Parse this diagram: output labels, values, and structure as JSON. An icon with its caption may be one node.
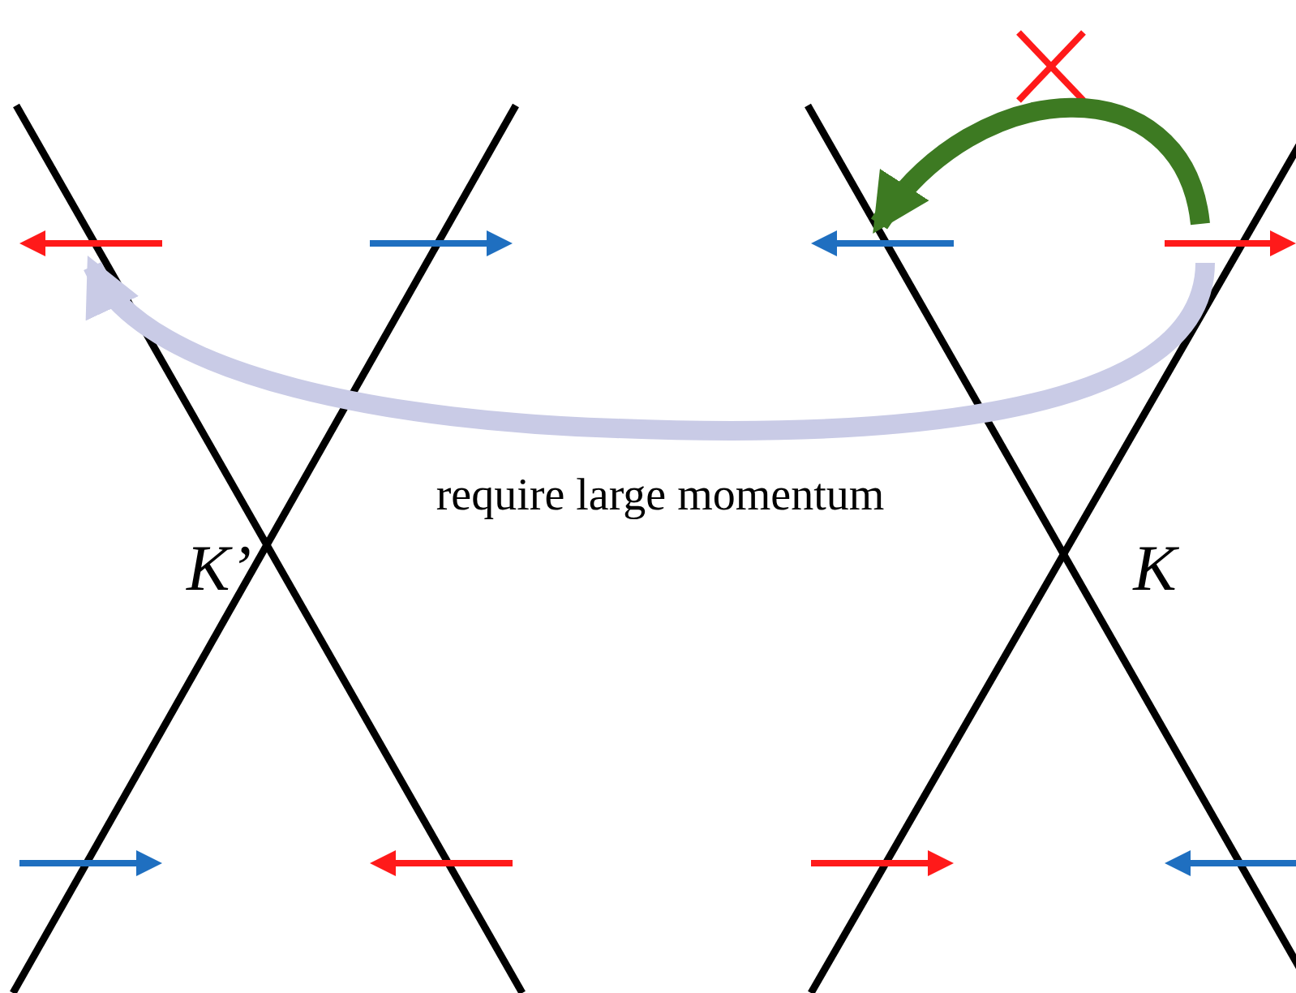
{
  "diagram": {
    "nodes": [
      {
        "text": [],
        "shape": "arrow"
      },
      {
        "text": [],
        "shape": "arrow"
      },
      {
        "text": [],
        "shape": "arrow"
      },
      {
        "text": [],
        "shape": "arrow"
      },
      {
        "text": [],
        "shape": "arrow"
      },
      {
        "text": [],
        "shape": "arrow"
      },
      {
        "text": [],
        "shape": "arrow"
      },
      {
        "text": [],
        "shape": "arrow"
      }
    ],
    "edges": [
      {
        "from": 3,
        "to": 0,
        "arrow": "to",
        "label": "require large momentum",
        "color": "#c9cbe6"
      },
      {
        "from": 3,
        "to": 2,
        "arrow": "to",
        "color": "#3d7a22"
      }
    ],
    "labels": [
      "K’",
      "K"
    ]
  }
}
